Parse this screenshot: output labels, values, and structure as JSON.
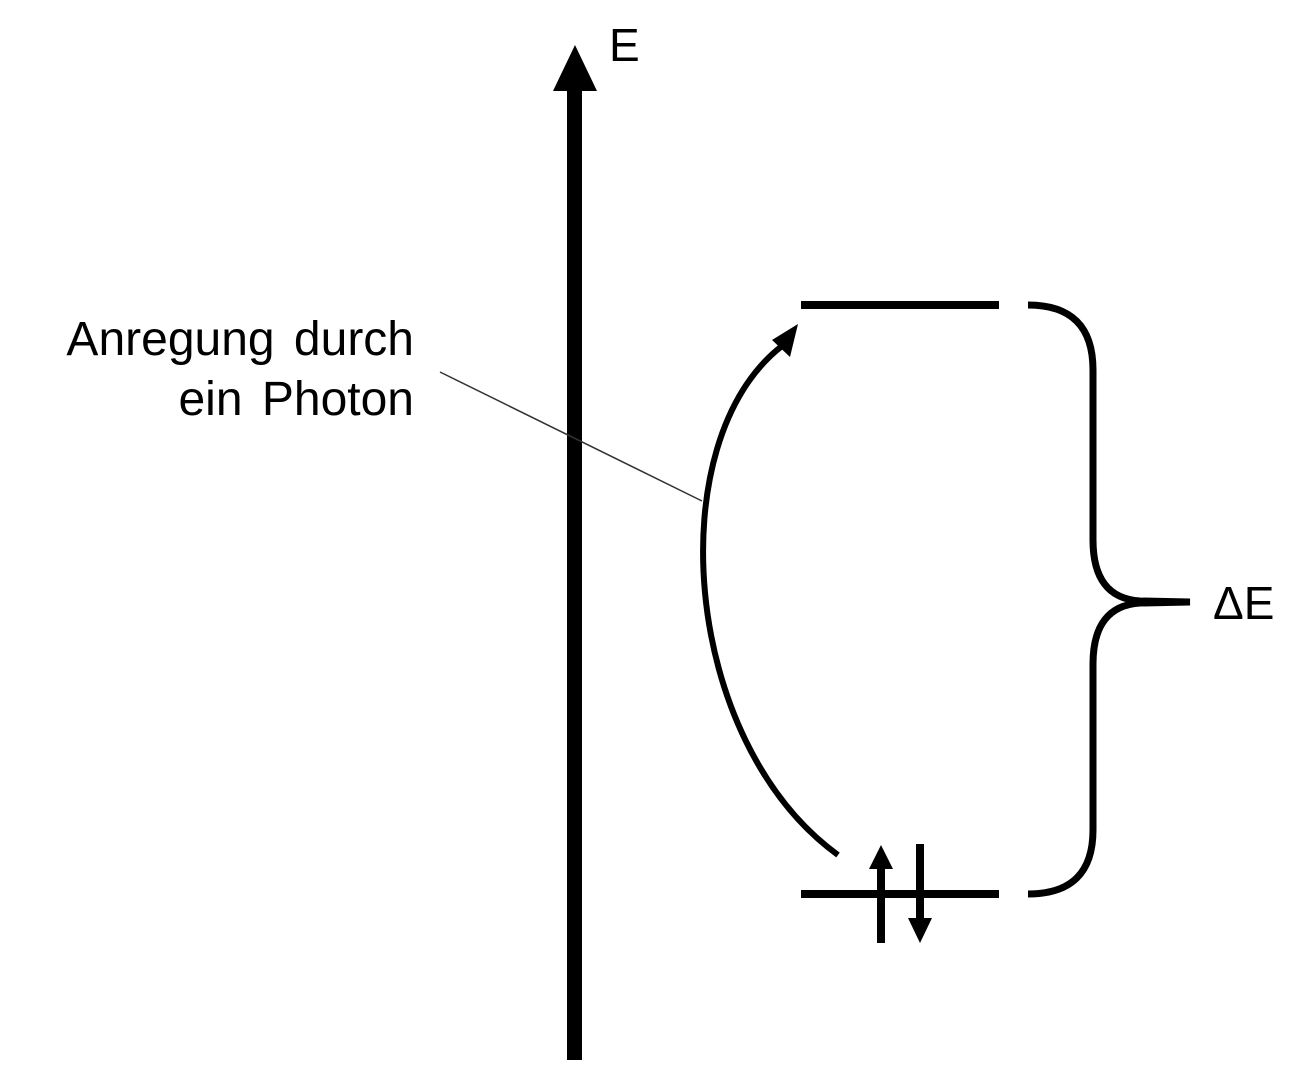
{
  "diagram": {
    "type": "energy-level-diagram",
    "axis": {
      "label": "E",
      "direction": "up"
    },
    "levels": [
      {
        "name": "lower",
        "electrons": [
          "spin-up",
          "spin-down"
        ]
      },
      {
        "name": "upper",
        "electrons": []
      }
    ],
    "excitation": {
      "label_line1": "Anregung durch",
      "label_line2": "ein Photon",
      "from": "lower",
      "to": "upper"
    },
    "gap": {
      "label": "ΔE"
    },
    "colors": {
      "stroke": "#000000",
      "background": "#ffffff"
    }
  }
}
